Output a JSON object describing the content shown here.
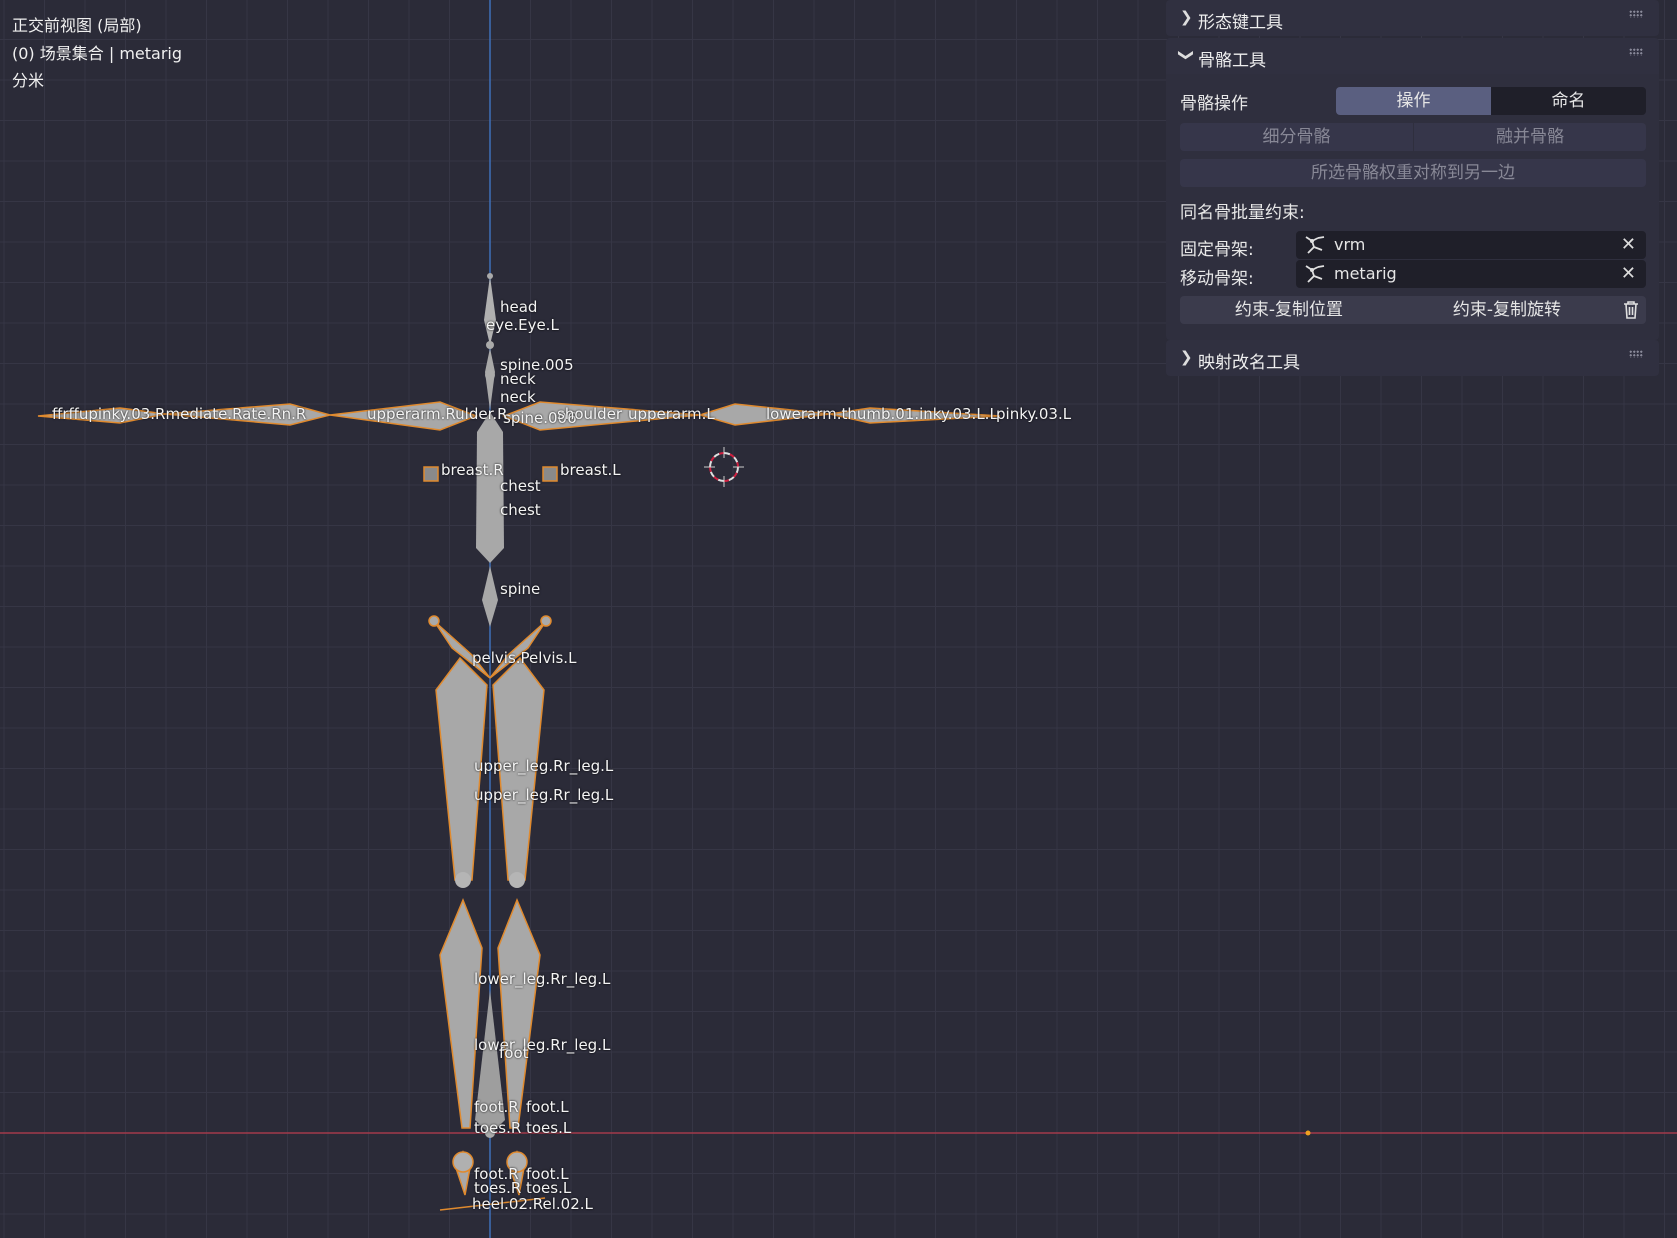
{
  "hud": {
    "view_name": "正交前视图 (局部)",
    "collection": "(0) 场景集合 | metarig",
    "units": "分米"
  },
  "bones": {
    "head": "head",
    "eye": "eye.Eye.L",
    "spine005": "spine.005",
    "neck1": "neck",
    "neck2": "neck",
    "spine006": "spine.006",
    "hand_r": "ffrffupinky.03.Rmediate.Rate.Rn.R",
    "upperarm_r": "upperarm.Rulder.R",
    "shoulder": "shoulder",
    "upperarm_l": "upperarm.L",
    "lowerarm_l": "lowerarm.thumb.01.inky.03.L.L",
    "hand_l": "pinky.03.L",
    "breast_r": "breast.R",
    "breast_l": "breast.L",
    "chest1": "chest",
    "chest2": "chest",
    "spine": "spine",
    "pelvis": "pelvis.Pelvis.L",
    "upperleg1": "upper_leg.Rr_leg.L",
    "upperleg2": "upper_leg.Rr_leg.L",
    "lowerleg1": "lower_leg.Rr_leg.L",
    "lowerleg2": "lower_leg.Rr_leg.L",
    "footmid": "foot",
    "foot_r1": "foot.R",
    "foot_l1": "foot.L",
    "toes_r1": "toes.R",
    "toes_l1": "toes.L",
    "foot_r2": "foot.R",
    "foot_l2": "foot.L",
    "toes_r2": "toes.R",
    "toes_l2": "toes.L",
    "heel": "heel.02.Rel.02.L"
  },
  "sidebar": {
    "shape_key_tools": "形态键工具",
    "bone_tools": "骨骼工具",
    "bone_ops_label": "骨骼操作",
    "tab_operate": "操作",
    "tab_rename": "命名",
    "subdivide_bone": "细分骨骼",
    "merge_bone": "融并骨骼",
    "mirror_weights": "所选骨骼权重对称到另一边",
    "batch_constraint": "同名骨批量约束:",
    "fixed_rig_label": "固定骨架:",
    "fixed_rig_value": "vrm",
    "moving_rig_label": "移动骨架:",
    "moving_rig_value": "metarig",
    "copy_location": "约束-复制位置",
    "copy_rotation": "约束-复制旋转",
    "mapping_rename_tools": "映射改名工具"
  }
}
